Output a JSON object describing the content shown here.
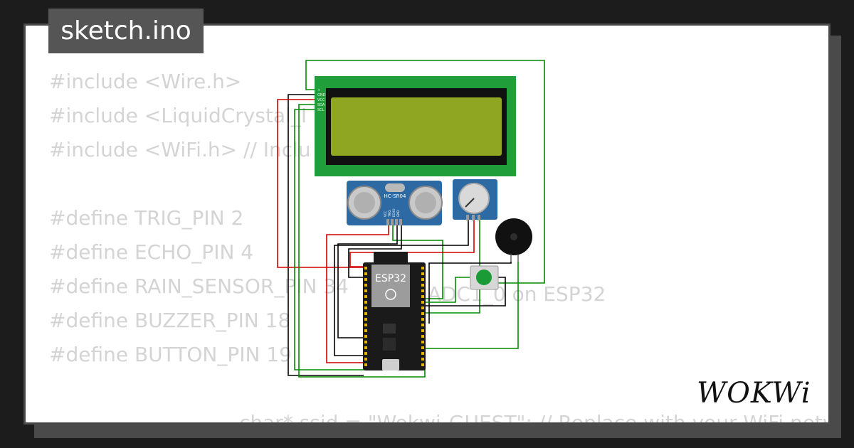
{
  "title": "sketch.ino",
  "code_lines": [
    "#include <Wire.h>",
    "#include <LiquidCrystal_I",
    "#include <WiFi.h> // Inclu",
    "",
    "#define TRIG_PIN 2",
    "#define ECHO_PIN 4",
    "#define RAIN_SENSOR_PIN 34",
    "#define BUZZER_PIN 18",
    "#define BUTTON_PIN 19",
    "",
    "                              char* ssid = \"Wokwi-GUEST\"; // Replace with your WiFi network"
  ],
  "code_overlap_text": "  // ADC1_0 on ESP32",
  "diagram": {
    "lcd_pins": [
      "+",
      "GND",
      "VCC",
      "SDA",
      "SCL"
    ],
    "ultrasonic_label": "HC-SR04",
    "ultrasonic_pins": [
      "VCC",
      "TRIG",
      "ECHO",
      "GND"
    ],
    "mcu_label": "ESP32"
  },
  "brand": "WOKWi",
  "colors": {
    "background": "#1c1c1c",
    "card": "#ffffff",
    "frame": "#4a4a4a",
    "code_text": "#d4d4d4",
    "wire_red": "#d40000",
    "wire_green": "#008a00",
    "wire_black": "#000000",
    "lcd_board": "#1f9e3a",
    "lcd_screen": "#8fa623",
    "sensor_board": "#2d6aa3",
    "button_cap": "#1a9b36"
  }
}
